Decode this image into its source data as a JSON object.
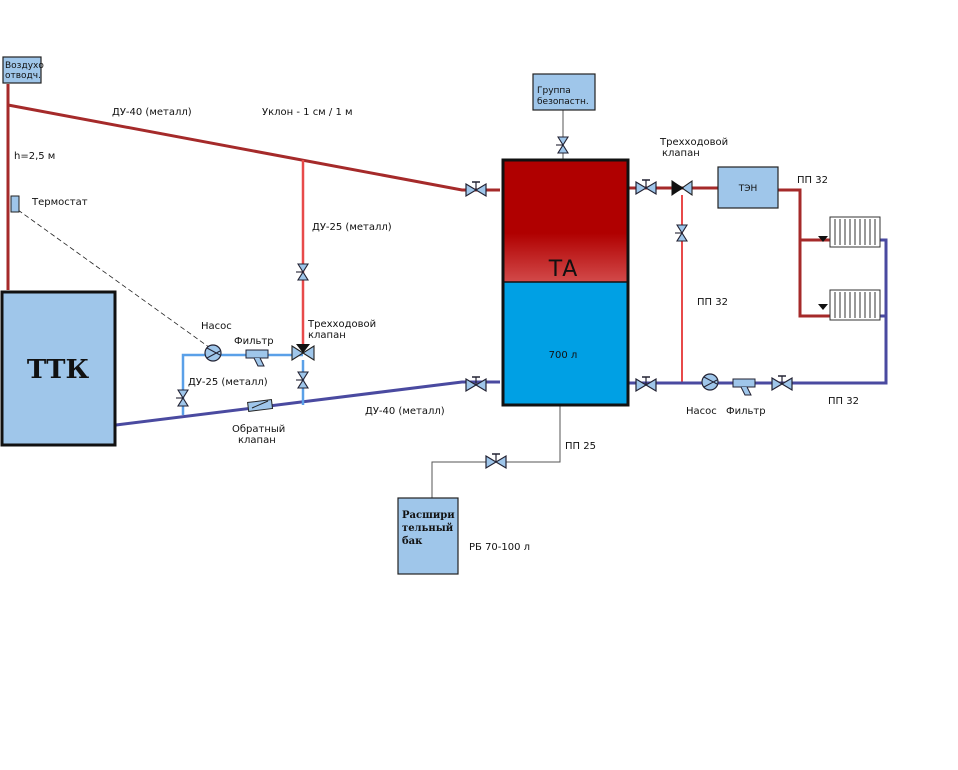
{
  "labels": {
    "air_vent": [
      "Воздухо",
      "отводч."
    ],
    "height": "h=2,5 м",
    "thermostat": "Термостат",
    "boiler": "ТТК",
    "pipe_du40_top": "ДУ-40 (металл)",
    "slope": "Уклон - 1 см / 1 м",
    "pipe_du25_mid": "ДУ-25 (металл)",
    "three_way_left": [
      "Трехходовой",
      "клапан"
    ],
    "pump_left": "Насос",
    "filter_left": "Фильтр",
    "pipe_du25_left": "ДУ-25 (металл)",
    "check_valve": [
      "Обратный",
      "клапан"
    ],
    "pipe_du40_bottom": "ДУ-40 (металл)",
    "safety_group": [
      "Группа",
      "безопастн."
    ],
    "tank": "ТА",
    "tank_volume": "700 л",
    "three_way_right": [
      "Трехходовой",
      "клапан"
    ],
    "heater": "ТЭН",
    "pp32_top": "ПП 32",
    "pp32_mid": "ПП 32",
    "pp32_bottom": "ПП 32",
    "pump_right": "Насос",
    "filter_right": "Фильтр",
    "pp25": "ПП 25",
    "expansion_tank": [
      "Расшири",
      "тельный",
      "бак"
    ],
    "rb": "РБ 70-100 л"
  },
  "colors": {
    "hot_pipe": "#a52a2a",
    "hot_pipe_light": "#e84a4a",
    "cold_pipe": "#4a4aa0",
    "cold_pipe_light": "#5aa0e8",
    "component_fill": "#9fc6ea",
    "tank_top": "#b00000",
    "tank_bottom": "#00a0e4"
  }
}
